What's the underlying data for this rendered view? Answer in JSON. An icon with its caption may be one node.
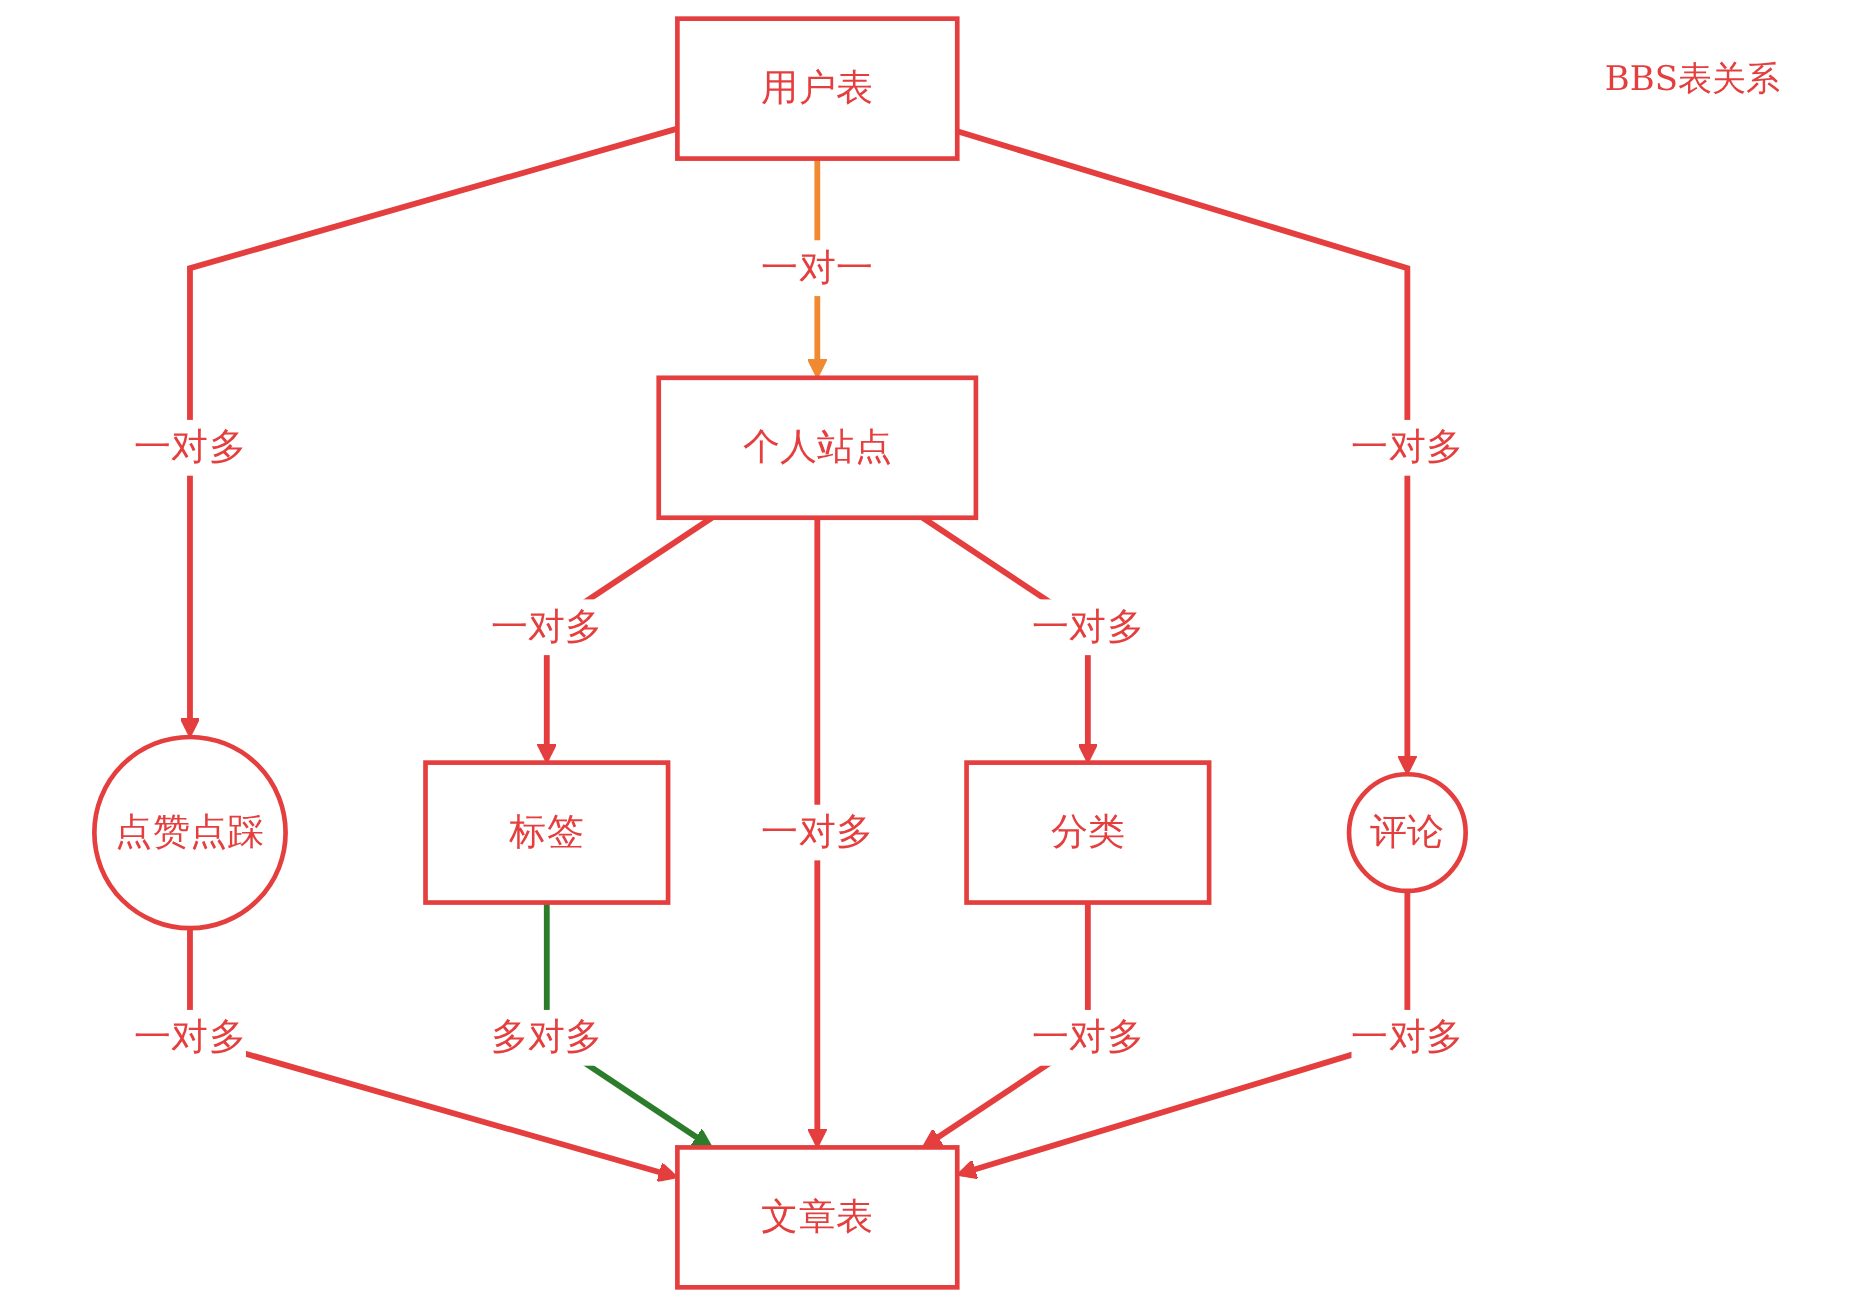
{
  "diagram": {
    "title": "BBS表关系",
    "nodes": [
      {
        "text": [
          "用户表"
        ]
      },
      {
        "text": [
          "个人站点"
        ]
      },
      {
        "text": [
          "点赞点踩"
        ]
      },
      {
        "text": [
          "标签"
        ]
      },
      {
        "text": [
          "分类"
        ]
      },
      {
        "text": [
          "评论"
        ]
      },
      {
        "text": [
          "文章表"
        ]
      }
    ],
    "edges": [
      {
        "from": 0,
        "to": 2,
        "label": "一对多",
        "arrow": "to"
      },
      {
        "from": 0,
        "to": 1,
        "label": "一对一",
        "arrow": "to",
        "color": "#f08a32"
      },
      {
        "from": 0,
        "to": 5,
        "label": "一对多",
        "arrow": "to"
      },
      {
        "from": 1,
        "to": 3,
        "label": "一对多",
        "arrow": "to"
      },
      {
        "from": 1,
        "to": 6,
        "label": "一对多",
        "arrow": "to"
      },
      {
        "from": 1,
        "to": 4,
        "label": "一对多",
        "arrow": "to"
      },
      {
        "from": 2,
        "to": 6,
        "label": "一对多",
        "arrow": "to"
      },
      {
        "from": 3,
        "to": 6,
        "label": "多对多",
        "arrow": "to",
        "color": "#2b7d2b"
      },
      {
        "from": 4,
        "to": 6,
        "label": "一对多",
        "arrow": "to"
      },
      {
        "from": 5,
        "to": 6,
        "label": "一对多",
        "arrow": "to"
      }
    ]
  }
}
